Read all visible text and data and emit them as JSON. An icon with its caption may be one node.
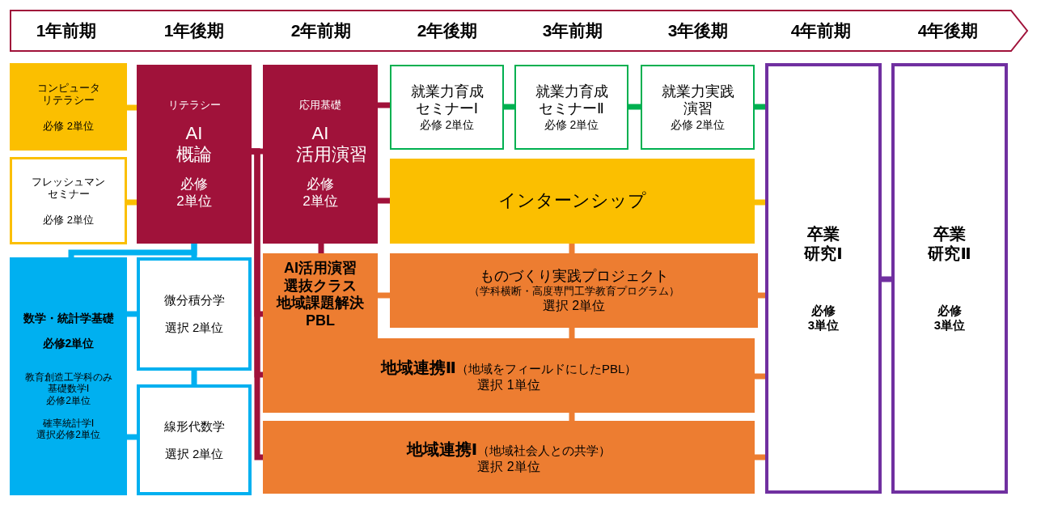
{
  "diagram": {
    "nodes": [
      {
        "text": [
          "コンピュータリテラシー",
          "必修 2単位"
        ]
      },
      {
        "text": [
          "フレッシュマンセミナー",
          "必修 2単位"
        ]
      },
      {
        "text": [
          "リテラシー",
          "AI 概論",
          "必修 2単位"
        ]
      },
      {
        "text": [
          "応用基礎",
          "AI 活用演習",
          "必修 2単位"
        ]
      },
      {
        "text": [
          "就業力育成セミナーⅠ",
          "必修 2単位"
        ]
      },
      {
        "text": [
          "就業力育成セミナーⅡ",
          "必修 2単位"
        ]
      },
      {
        "text": [
          "就業力実践演習",
          "必修 2単位"
        ]
      },
      {
        "text": [
          "インターンシップ"
        ]
      },
      {
        "text": [
          "卒業研究Ⅰ",
          "必修 3単位"
        ]
      },
      {
        "text": [
          "卒業研究Ⅱ",
          "必修 3単位"
        ]
      },
      {
        "text": [
          "数学・統計学基礎",
          "必修2単位",
          "教育創造工学科のみ基礎数学Ⅰ必修2単位",
          "確率統計学Ⅰ 選択必修2単位"
        ]
      },
      {
        "text": [
          "微分積分学",
          "選択 2単位"
        ]
      },
      {
        "text": [
          "線形代数学",
          "選択 2単位"
        ]
      },
      {
        "text": [
          "AI活用演習選抜クラス地域課題解決 PBL"
        ]
      },
      {
        "text": [
          "ものづくり実践プロジェクト",
          "（学科横断・高度専門工学教育プログラム）",
          "選択 2単位"
        ]
      },
      {
        "text": [
          "地域連携Ⅱ",
          "（地域をフィールドにしたPBL）",
          "選択 1単位"
        ]
      },
      {
        "text": [
          "地域連携Ⅰ",
          "（地域社会人との共学）",
          "選択 2単位"
        ]
      }
    ],
    "edges": [
      {
        "from": 0,
        "to": 2,
        "arrow": "none",
        "color": "#fbbf00"
      },
      {
        "from": 1,
        "to": 2,
        "arrow": "none",
        "color": "#fbbf00"
      },
      {
        "from": 2,
        "to": 3,
        "arrow": "none",
        "color": "#a0123a"
      },
      {
        "from": 2,
        "to": 13,
        "arrow": "none",
        "color": "#a0123a"
      },
      {
        "from": 2,
        "to": 15,
        "arrow": "none",
        "color": "#a0123a"
      },
      {
        "from": 2,
        "to": 16,
        "arrow": "none",
        "color": "#a0123a"
      },
      {
        "from": 3,
        "to": 4,
        "arrow": "none",
        "color": "#a0123a"
      },
      {
        "from": 3,
        "to": 7,
        "arrow": "none",
        "color": "#a0123a"
      },
      {
        "from": 3,
        "to": 13,
        "arrow": "none",
        "color": "#a0123a"
      },
      {
        "from": 4,
        "to": 5,
        "arrow": "none",
        "color": "#00b050"
      },
      {
        "from": 5,
        "to": 6,
        "arrow": "none",
        "color": "#00b050"
      },
      {
        "from": 6,
        "to": 8,
        "arrow": "none",
        "color": "#00b050"
      },
      {
        "from": 7,
        "to": 8,
        "arrow": "none",
        "color": "#fbbf00"
      },
      {
        "from": 7,
        "to": 14,
        "arrow": "none",
        "color": "#ed7d31"
      },
      {
        "from": 13,
        "to": 14,
        "arrow": "none",
        "color": "#ed7d31"
      },
      {
        "from": 14,
        "to": 15,
        "arrow": "none",
        "color": "#ed7d31"
      },
      {
        "from": 15,
        "to": 16,
        "arrow": "none",
        "color": "#ed7d31"
      },
      {
        "from": 14,
        "to": 8,
        "arrow": "none",
        "color": "#ed7d31"
      },
      {
        "from": 15,
        "to": 8,
        "arrow": "none",
        "color": "#ed7d31"
      },
      {
        "from": 16,
        "to": 8,
        "arrow": "none",
        "color": "#ed7d31"
      },
      {
        "from": 2,
        "to": 10,
        "arrow": "none",
        "color": "#00b0f0"
      },
      {
        "from": 2,
        "to": 11,
        "arrow": "none",
        "color": "#00b0f0"
      },
      {
        "from": 10,
        "to": 11,
        "arrow": "none",
        "color": "#00b0f0"
      },
      {
        "from": 10,
        "to": 12,
        "arrow": "none",
        "color": "#00b0f0"
      },
      {
        "from": 11,
        "to": 12,
        "arrow": "none",
        "color": "#00b0f0"
      },
      {
        "from": 8,
        "to": 9,
        "arrow": "none",
        "color": "#7030a0"
      }
    ],
    "labels": [
      "1年前期",
      "1年後期",
      "2年前期",
      "2年後期",
      "3年前期",
      "3年後期",
      "4年前期",
      "4年後期"
    ]
  }
}
